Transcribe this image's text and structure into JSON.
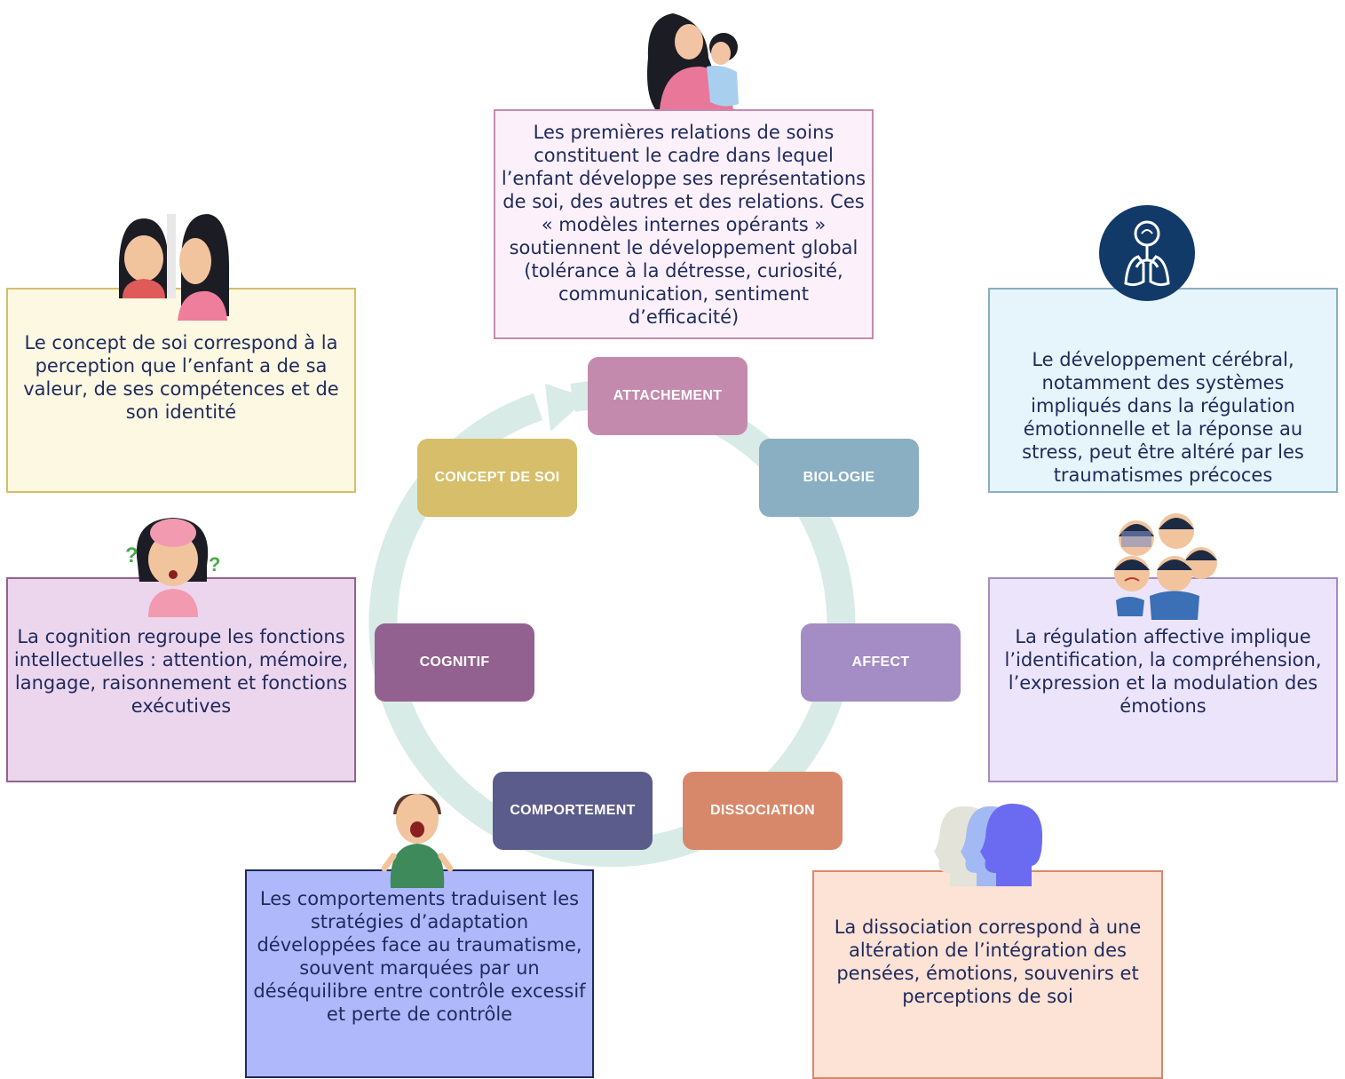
{
  "diagram": {
    "nodes": [
      {
        "id": "attachement",
        "label": "ATTACHEMENT",
        "color": "#c48aad"
      },
      {
        "id": "biologie",
        "label": "BIOLOGIE",
        "color": "#8aaec2"
      },
      {
        "id": "affect",
        "label": "AFFECT",
        "color": "#a48cc4"
      },
      {
        "id": "dissociation",
        "label": "DISSOCIATION",
        "color": "#d8886a"
      },
      {
        "id": "comportement",
        "label": "COMPORTEMENT",
        "color": "#5b5b8c"
      },
      {
        "id": "cognitif",
        "label": "COGNITIF",
        "color": "#93618f"
      },
      {
        "id": "concept",
        "label": "CONCEPT DE SOI",
        "color": "#d6be6a"
      }
    ],
    "descriptions": {
      "attachement": "Les premières relations de soins constituent le cadre dans lequel l’enfant développe ses représentations de soi, des autres et des relations. Ces « modèles internes opérants » soutiennent le développement global (tolérance à la détresse, curiosité, communication, sentiment d’efficacité)",
      "biologie": "Le développement cérébral, notamment des systèmes impliqués dans la régulation émotionnelle et la réponse au stress, peut être altéré par les traumatismes précoces",
      "affect": "La régulation affective implique l’identification, la compréhension, l’expression et la modulation des émotions",
      "dissociation": "La dissociation correspond à une altération de l’intégration des pensées, émotions, souvenirs et perceptions de soi",
      "comportement": "Les comportements traduisent les stratégies d’adaptation développées face au traumatisme, souvent marquées par un déséquilibre entre contrôle excessif et perte de contrôle",
      "cognitif": "La cognition regroupe les fonctions intellectuelles : attention, mémoire, langage, raisonnement et fonctions exécutives",
      "concept": "Le concept de soi correspond à la perception que l’enfant a de sa valeur, de ses compétences et de son identité"
    },
    "box_colors": {
      "attachement": {
        "fill": "#fcf1fa",
        "border": "#c48aad"
      },
      "biologie": {
        "fill": "#e6f4fb",
        "border": "#8aaec2"
      },
      "affect": {
        "fill": "#ece4fa",
        "border": "#a48cc4"
      },
      "dissociation": {
        "fill": "#fde2d6",
        "border": "#d8886a"
      },
      "comportement": {
        "fill": "#b0b8fc",
        "border": "#1f2a5c"
      },
      "cognitif": {
        "fill": "#ecd6ee",
        "border": "#93618f"
      },
      "concept": {
        "fill": "#fdf8e2",
        "border": "#d6be6a"
      }
    },
    "cycle_color": "#d8ebe6",
    "icons": [
      "mother-child-icon",
      "brain-lungs-icon",
      "emotions-children-icon",
      "faces-profile-icon",
      "screaming-boy-icon",
      "confused-girl-brain-icon",
      "mirror-girl-icon"
    ]
  }
}
